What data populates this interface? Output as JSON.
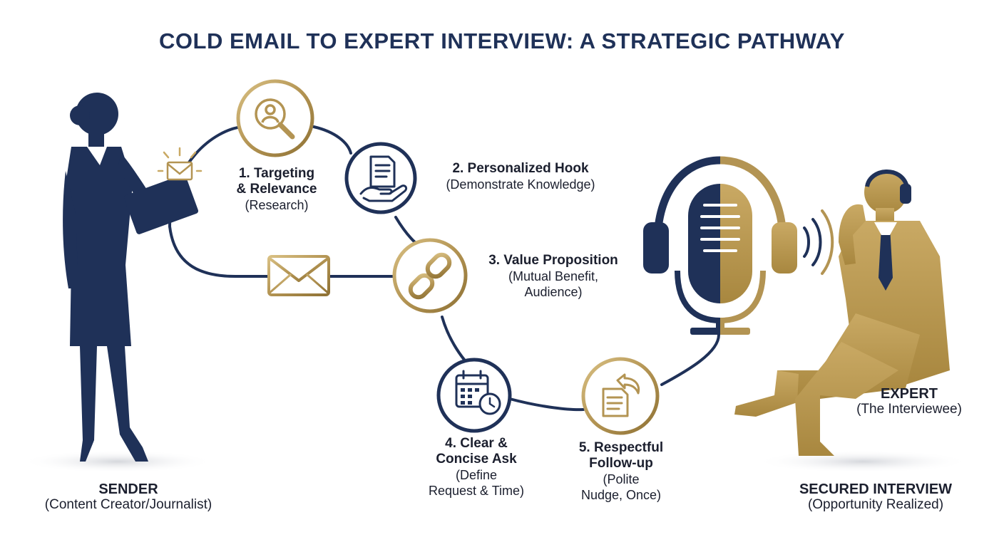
{
  "title": "COLD EMAIL TO EXPERT INTERVIEW: A STRATEGIC PATHWAY",
  "colors": {
    "navy": "#1f3158",
    "gold": "#b39453",
    "text": "#1b1f2e"
  },
  "sender": {
    "name": "SENDER",
    "role": "(Content Creator/Journalist)"
  },
  "expert": {
    "name": "EXPERT",
    "role": "(The Interviewee)"
  },
  "outcome": {
    "name": "SECURED INTERVIEW",
    "detail": "(Opportunity Realized)"
  },
  "steps": [
    {
      "title_lines": [
        "1. Targeting",
        "& Relevance"
      ],
      "sub_lines": [
        "(Research)"
      ],
      "icon": "magnifier-person-icon"
    },
    {
      "title_lines": [
        "2. Personalized Hook"
      ],
      "sub_lines": [
        "(Demonstrate Knowledge)"
      ],
      "icon": "document-hand-icon"
    },
    {
      "title_lines": [
        "3. Value Proposition"
      ],
      "sub_lines": [
        "(Mutual Benefit,",
        "Audience)"
      ],
      "icon": "chain-link-icon"
    },
    {
      "title_lines": [
        "4. Clear &",
        "Concise Ask"
      ],
      "sub_lines": [
        "(Define",
        "Request & Time)"
      ],
      "icon": "calendar-clock-icon"
    },
    {
      "title_lines": [
        "5. Respectful",
        "Follow-up"
      ],
      "sub_lines": [
        "(Polite",
        "Nudge, Once)"
      ],
      "icon": "reply-note-icon"
    }
  ],
  "icons": [
    "envelope-icon",
    "sparkle-envelope-icon",
    "microphone-headphones-icon",
    "sound-waves-icon"
  ]
}
